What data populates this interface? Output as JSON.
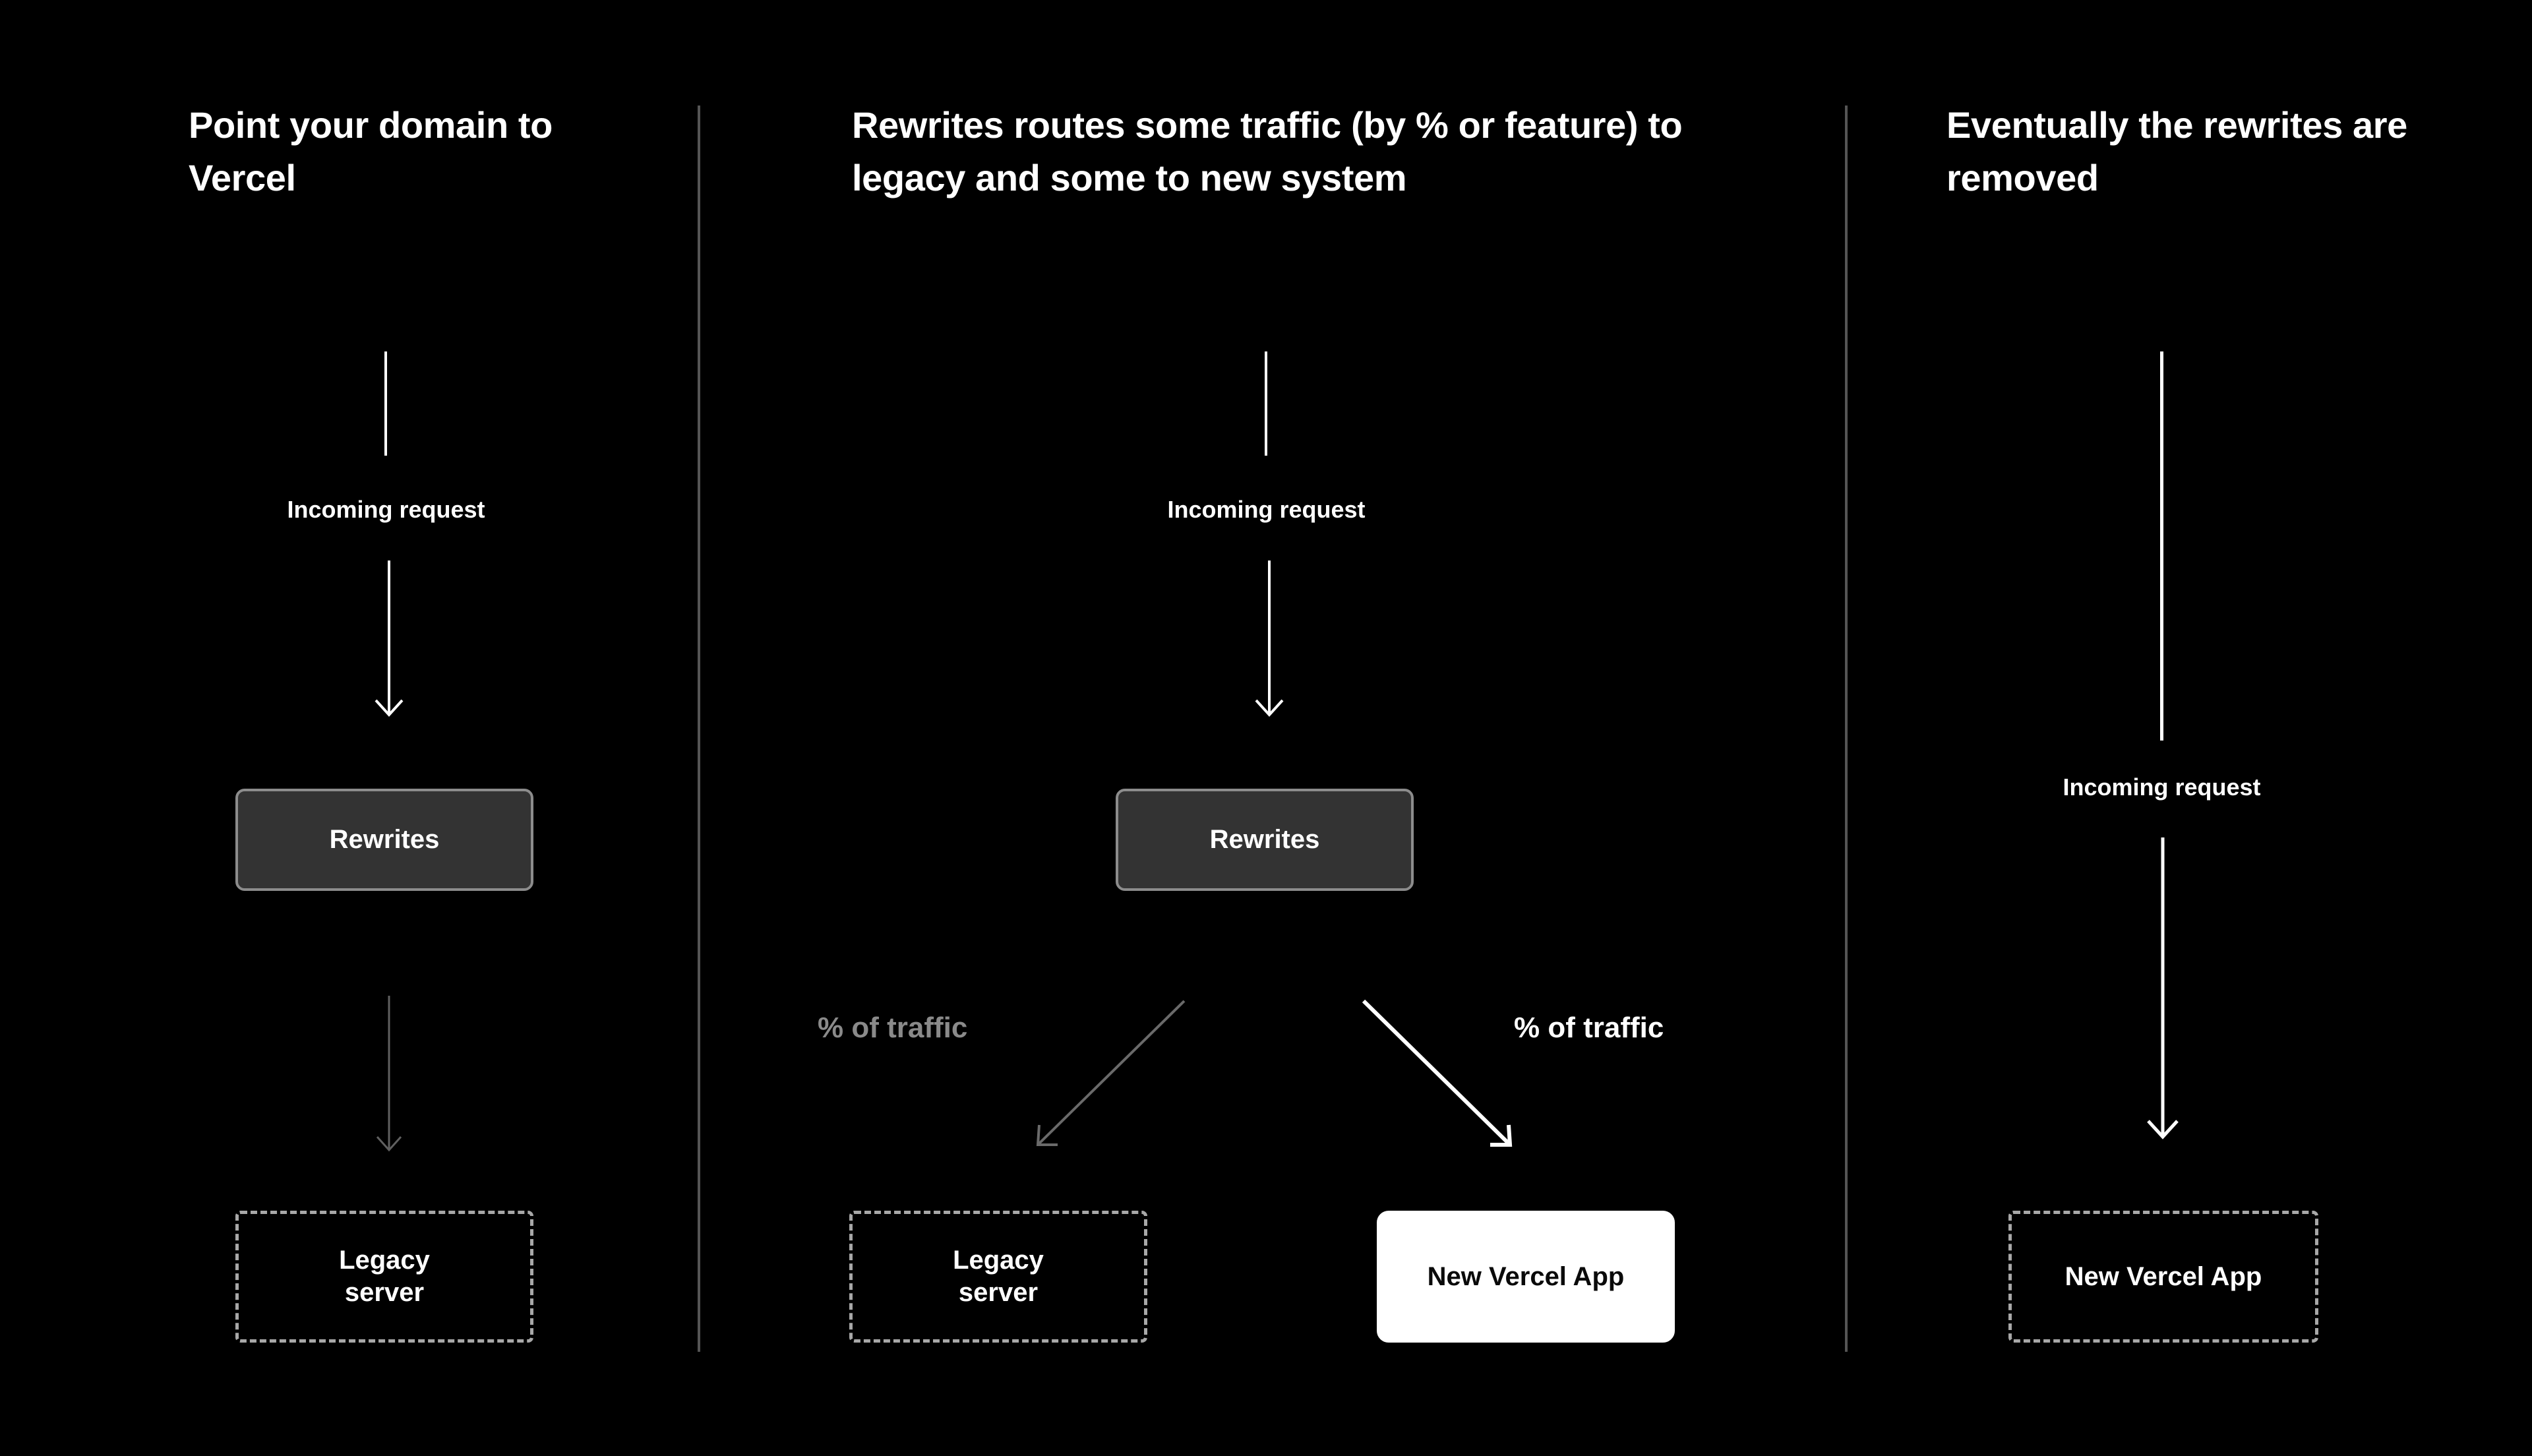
{
  "theme": {
    "background": "#000000",
    "text_primary": "#ffffff",
    "text_muted": "#8a8a8a",
    "divider": "#555555",
    "rewrites_fill": "#333333",
    "rewrites_border": "#8c8c8c",
    "dashed_border": "#a8a8a8",
    "filled_box": "#ffffff",
    "filled_box_text": "#0a0a0a",
    "arrow_bright": "#ffffff",
    "arrow_dim": "#6a6a6a"
  },
  "columns": [
    {
      "id": "point-domain",
      "heading": "Point your domain to Vercel",
      "incoming_label": "Incoming request",
      "nodes": {
        "rewrites": "Rewrites",
        "legacy": "Legacy\nserver"
      }
    },
    {
      "id": "rewrites-split",
      "heading": "Rewrites routes some traffic (by % or feature) to legacy and some to new system",
      "incoming_label": "Incoming request",
      "branch_labels": {
        "left": "% of traffic",
        "right": "% of traffic"
      },
      "nodes": {
        "rewrites": "Rewrites",
        "legacy": "Legacy\nserver",
        "new_app": "New Vercel App"
      }
    },
    {
      "id": "rewrites-removed",
      "heading": "Eventually the rewrites are removed",
      "incoming_label": "Incoming request",
      "nodes": {
        "new_app": "New Vercel App"
      }
    }
  ]
}
